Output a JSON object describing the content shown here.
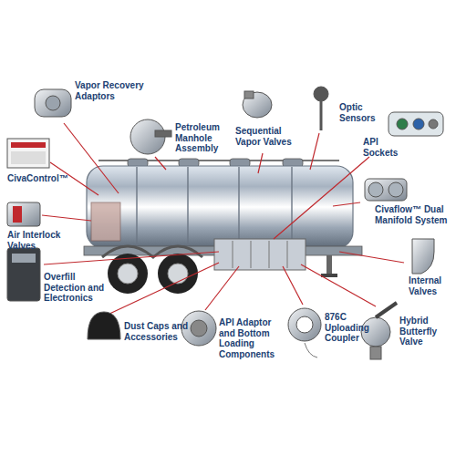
{
  "diagram": {
    "labels": [
      "Vapor Recovery Adaptors",
      "Petroleum Manhole Assembly",
      "Sequential Vapor Valves",
      "Optic Sensors",
      "API Sockets",
      "CivaControl™",
      "Civaflow™ Dual Manifold System",
      "Air Interlock Valves",
      "Internal Valves",
      "Overfill Detection and Electronics",
      "Dust Caps and Accessories",
      "API Adaptor and Bottom Loading Components",
      "876C Uploading Coupler",
      "Hybrid Butterfly Valve"
    ]
  }
}
